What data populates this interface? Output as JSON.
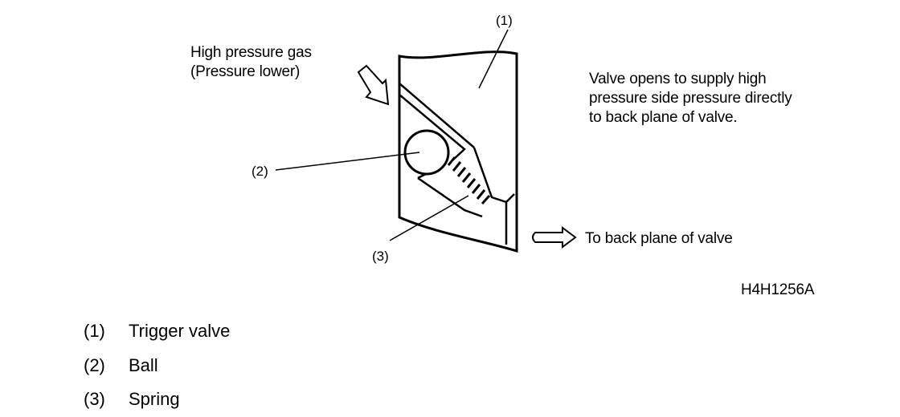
{
  "diagram": {
    "callouts": {
      "c1": "(1)",
      "c2": "(2)",
      "c3": "(3)"
    },
    "inlet": {
      "line1": "High pressure gas",
      "line2": "(Pressure lower)"
    },
    "note": {
      "line1": "Valve opens to supply high",
      "line2": "pressure side pressure directly",
      "line3": "to back plane of valve."
    },
    "outlet": "To back plane of valve",
    "figure_code": "H4H1256A"
  },
  "legend": [
    {
      "num": "(1)",
      "label": "Trigger valve"
    },
    {
      "num": "(2)",
      "label": "Ball"
    },
    {
      "num": "(3)",
      "label": "Spring"
    }
  ]
}
